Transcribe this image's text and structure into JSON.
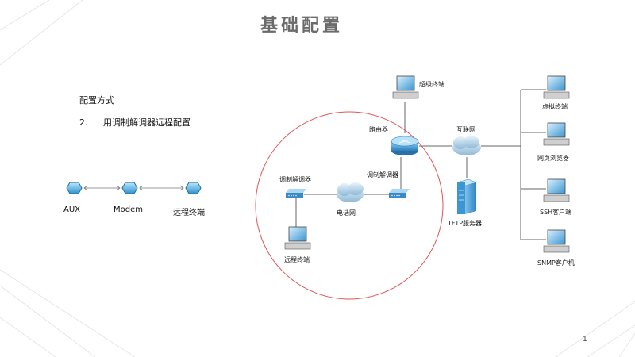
{
  "title": "基础配置",
  "left": {
    "method_label": "配置方式",
    "item_number": "2.",
    "item_text": "用调制解调器远程配置",
    "mini_diagram": {
      "labels": [
        "AUX",
        "Modem",
        "远程终端"
      ]
    }
  },
  "network": {
    "super_terminal": "超级终端",
    "router": "路由器",
    "internet": "互联网",
    "modem_left": "调制解调器",
    "modem_right": "调制解调器",
    "phone_network": "电话网",
    "remote_terminal": "远程终端",
    "tftp_server": "TFTP服务器",
    "virtual_terminal": "虚拟终端",
    "web_browser": "网页浏览器",
    "ssh_client": "SSH客户端",
    "snmp_client": "SNMP客户机"
  },
  "page_number": "1",
  "colors": {
    "title": "#6b6b6b",
    "highlight_circle": "#e05555",
    "device_blue": "#4a9fd8",
    "hex_fill": "#5ab4e5"
  }
}
